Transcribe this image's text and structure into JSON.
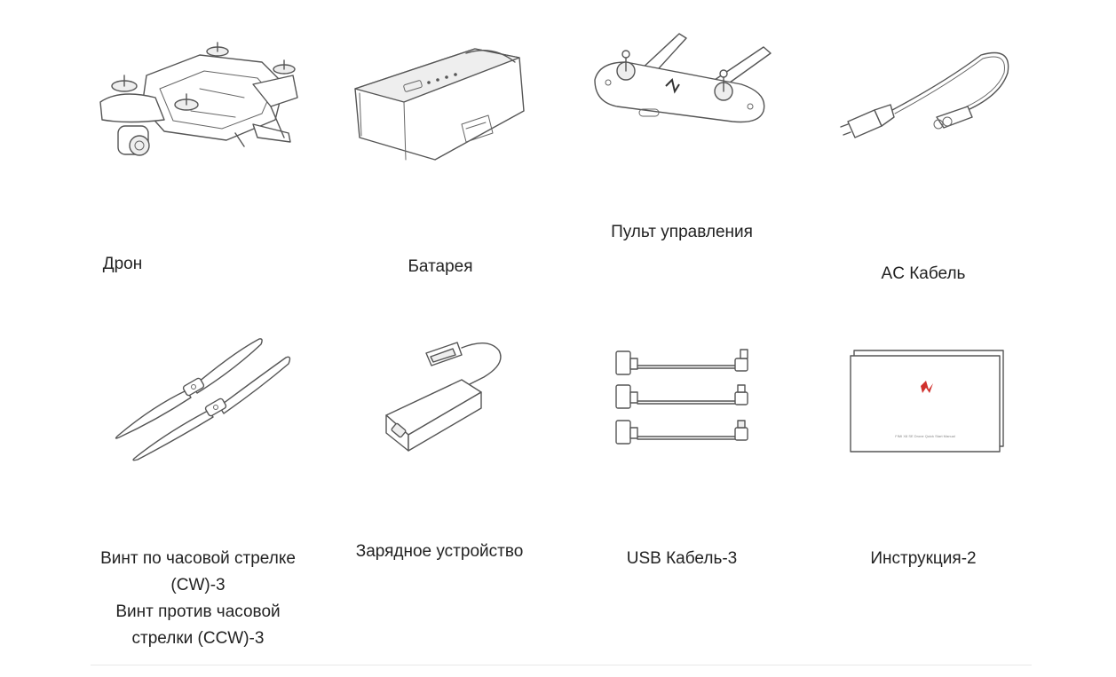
{
  "items": [
    {
      "id": "drone",
      "icon": "drone-icon",
      "caption": [
        "Дрон"
      ]
    },
    {
      "id": "battery",
      "icon": "battery-icon",
      "caption": [
        "Батарея"
      ]
    },
    {
      "id": "remote",
      "icon": "remote-controller-icon",
      "caption": [
        "Пульт управления"
      ]
    },
    {
      "id": "ac-cable",
      "icon": "ac-cable-icon",
      "caption": [
        "AC Кабель"
      ]
    },
    {
      "id": "propellers",
      "icon": "propeller-icon",
      "caption": [
        "Винт по часовой стрелке",
        "(CW)-3",
        "Винт против часовой",
        "стрелки (CCW)-3"
      ]
    },
    {
      "id": "charger",
      "icon": "charger-icon",
      "caption": [
        "Зарядное устройство"
      ]
    },
    {
      "id": "usb-cable",
      "icon": "usb-cable-icon",
      "caption": [
        "USB Кабель-3"
      ]
    },
    {
      "id": "manual",
      "icon": "manual-icon",
      "caption": [
        "Инструкция-2"
      ]
    }
  ],
  "manual_cover_text": "FIMI X8 SE Drone Quick Start Manual",
  "colors": {
    "line_art": "#555555",
    "brand_logo": "#d0312d",
    "text": "#222222",
    "divider": "#e8e8e8"
  }
}
